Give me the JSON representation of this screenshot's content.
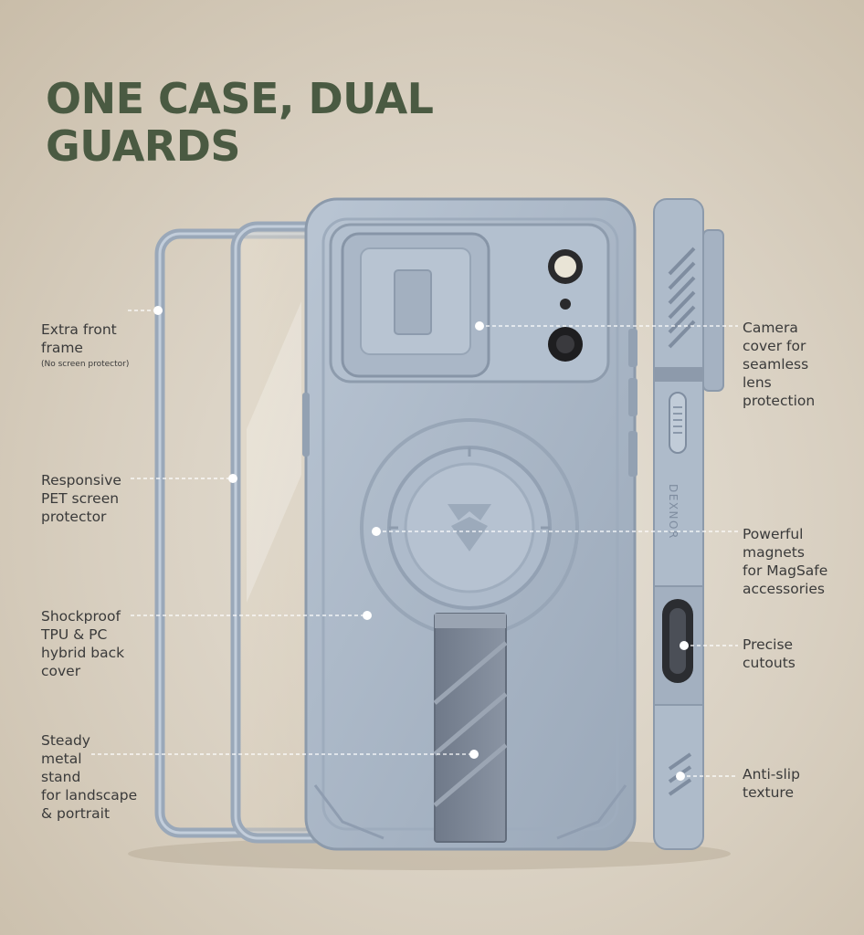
{
  "headline": {
    "line1": "ONE CASE, DUAL",
    "line2": "GUARDS"
  },
  "brand": "DEXNOR",
  "callouts": {
    "front_frame": {
      "text": "Extra front\nframe",
      "sub": "(No screen protector)"
    },
    "screen_protector": {
      "text": "Responsive\nPET screen\nprotector"
    },
    "back_cover": {
      "text": "Shockproof\nTPU & PC\nhybrid back\ncover"
    },
    "stand": {
      "text": "Steady\nmetal\nstand\nfor landscape\n& portrait"
    },
    "camera_cover": {
      "text": "Camera\ncover for\nseamless\nlens\nprotection"
    },
    "magnets": {
      "text": "Powerful\nmagnets\nfor MagSafe\naccessories"
    },
    "cutouts": {
      "text": "Precise\ncutouts"
    },
    "texture": {
      "text": "Anti-slip\ntexture"
    }
  },
  "colors": {
    "headline": "#4a5a42",
    "case": "#a9b6c5",
    "case_dark": "#8c9aab",
    "stand": "#7b8594",
    "label_text": "#3a3a3a"
  }
}
